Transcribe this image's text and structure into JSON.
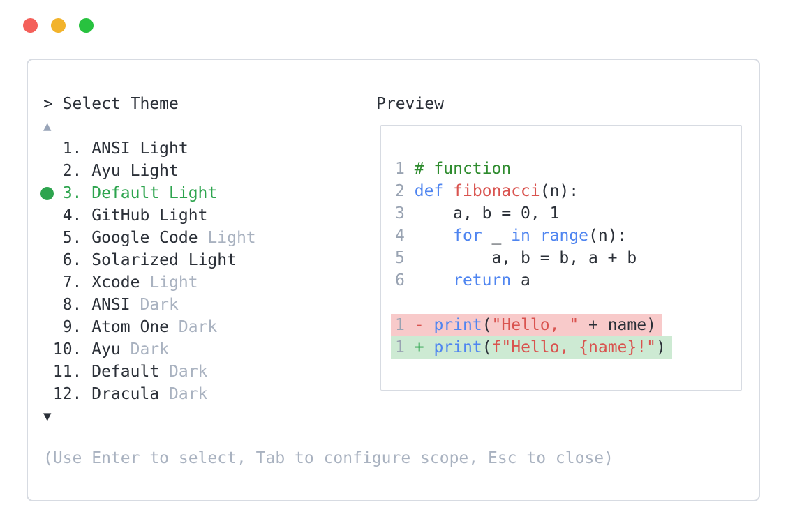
{
  "colors": {
    "dark_text": "#2b3038",
    "muted_text": "#a9b2c0",
    "line_number": "#99a3b2",
    "accent_green": "#2da44e",
    "keyword_blue": "#4f85f0",
    "red": "#d9534f",
    "comment_green": "#2e8b2e",
    "diff_del_bg": "#f8caca",
    "diff_add_bg": "#cdead3",
    "panel_border": "#d7dbe2",
    "arrow_gray": "#98a4b8",
    "traffic_red": "#f4605a",
    "traffic_yellow": "#f2b32b",
    "traffic_green": "#28c23f"
  },
  "window": {
    "buttons": [
      {
        "name": "close",
        "color_key": "traffic_red"
      },
      {
        "name": "minimize",
        "color_key": "traffic_yellow"
      },
      {
        "name": "zoom",
        "color_key": "traffic_green"
      }
    ]
  },
  "theme_picker": {
    "title": "> Select Theme",
    "scroll_up_glyph": "▲",
    "scroll_down_glyph": "▼",
    "items": [
      {
        "number": 1,
        "name": "ANSI",
        "variant": "Light",
        "variant_muted": false,
        "selected": false
      },
      {
        "number": 2,
        "name": "Ayu",
        "variant": "Light",
        "variant_muted": false,
        "selected": false
      },
      {
        "number": 3,
        "name": "Default",
        "variant": "Light",
        "variant_muted": false,
        "selected": true
      },
      {
        "number": 4,
        "name": "GitHub",
        "variant": "Light",
        "variant_muted": false,
        "selected": false
      },
      {
        "number": 5,
        "name": "Google Code",
        "variant": "Light",
        "variant_muted": true,
        "selected": false
      },
      {
        "number": 6,
        "name": "Solarized",
        "variant": "Light",
        "variant_muted": false,
        "selected": false
      },
      {
        "number": 7,
        "name": "Xcode",
        "variant": "Light",
        "variant_muted": true,
        "selected": false
      },
      {
        "number": 8,
        "name": "ANSI",
        "variant": "Dark",
        "variant_muted": true,
        "selected": false
      },
      {
        "number": 9,
        "name": "Atom One",
        "variant": "Dark",
        "variant_muted": true,
        "selected": false
      },
      {
        "number": 10,
        "name": "Ayu",
        "variant": "Dark",
        "variant_muted": true,
        "selected": false
      },
      {
        "number": 11,
        "name": "Default",
        "variant": "Dark",
        "variant_muted": true,
        "selected": false
      },
      {
        "number": 12,
        "name": "Dracula",
        "variant": "Dark",
        "variant_muted": true,
        "selected": false
      }
    ],
    "footer_hint": "(Use Enter to select, Tab to configure scope, Esc to close)"
  },
  "preview": {
    "title": "Preview",
    "code_lines": [
      {
        "num": "1",
        "tokens": [
          [
            "comment",
            "# function"
          ]
        ]
      },
      {
        "num": "2",
        "tokens": [
          [
            "kw",
            "def"
          ],
          [
            "plain",
            " "
          ],
          [
            "fn",
            "fibonacci"
          ],
          [
            "plain",
            "(n):"
          ]
        ]
      },
      {
        "num": "3",
        "tokens": [
          [
            "plain",
            "    a, b = 0, 1"
          ]
        ]
      },
      {
        "num": "4",
        "tokens": [
          [
            "plain",
            "    "
          ],
          [
            "kw",
            "for"
          ],
          [
            "plain",
            " _ "
          ],
          [
            "kw",
            "in"
          ],
          [
            "plain",
            " "
          ],
          [
            "kw",
            "range"
          ],
          [
            "plain",
            "(n):"
          ]
        ]
      },
      {
        "num": "5",
        "tokens": [
          [
            "plain",
            "        a, b = b, a + b"
          ]
        ]
      },
      {
        "num": "6",
        "tokens": [
          [
            "plain",
            "    "
          ],
          [
            "kw",
            "return"
          ],
          [
            "plain",
            " a"
          ]
        ]
      },
      {
        "blank": true
      },
      {
        "num": "1",
        "diff": "del",
        "sign": "-",
        "tokens": [
          [
            "kw",
            "print"
          ],
          [
            "plain",
            "("
          ],
          [
            "str",
            "\"Hello, \""
          ],
          [
            "plain",
            " + name)"
          ]
        ]
      },
      {
        "num": "1",
        "diff": "add",
        "sign": "+",
        "tokens": [
          [
            "kw",
            "print"
          ],
          [
            "plain",
            "("
          ],
          [
            "str",
            "f\"Hello, {name}!\""
          ],
          [
            "plain",
            ")"
          ]
        ]
      }
    ]
  }
}
